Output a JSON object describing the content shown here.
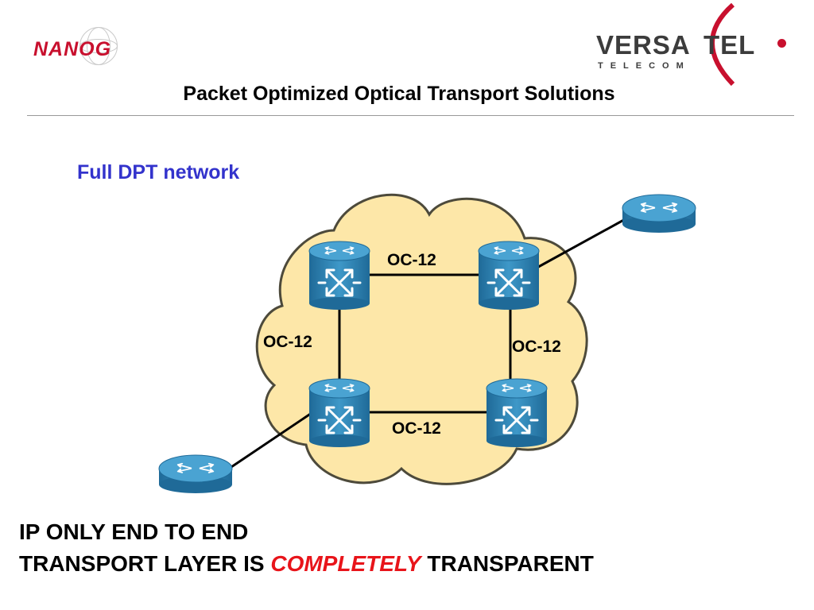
{
  "logos": {
    "left": {
      "text": "NANOG"
    },
    "right": {
      "main": "VERSA",
      "second": "TEL",
      "sub": "TELECOM"
    }
  },
  "slide": {
    "title": "Packet Optimized Optical Transport Solutions",
    "subtitle": "Full DPT network"
  },
  "diagram": {
    "links": [
      {
        "from": "top-left",
        "to": "top-right",
        "label": "OC-12"
      },
      {
        "from": "top-left",
        "to": "bottom-left",
        "label": "OC-12"
      },
      {
        "from": "top-right",
        "to": "bottom-right",
        "label": "OC-12"
      },
      {
        "from": "bottom-left",
        "to": "bottom-right",
        "label": "OC-12"
      }
    ],
    "colors": {
      "cloud_fill": "#fde7a8",
      "cloud_stroke": "#4d4a3b",
      "router_blue": "#2a7eb0"
    }
  },
  "footer": {
    "line1": "IP ONLY END TO END",
    "line2_pre": "TRANSPORT LAYER IS ",
    "line2_highlight": "COMPLETELY",
    "line2_post": " TRANSPARENT",
    "highlight_color": "#e8141a"
  }
}
